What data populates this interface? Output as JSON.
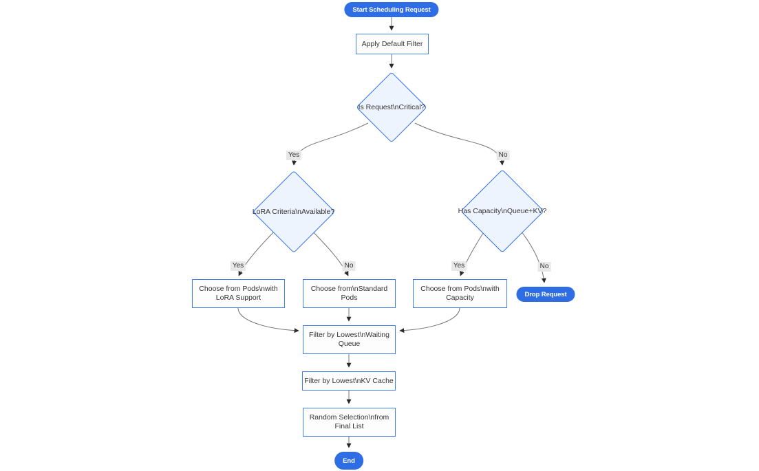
{
  "colors": {
    "terminal_fill": "#2e6de4",
    "terminal_text": "#ffffff",
    "node_fill": "#fdfdfe",
    "node_border": "#4080e8",
    "decision_fill": "#edf4fd",
    "decision_border": "#2f6feb",
    "edge_line": "#747474",
    "arrowhead": "#2b2b2b",
    "edge_label_bg": "#e8e8e8",
    "text": "#333333"
  },
  "diagram": {
    "type": "flowchart",
    "direction": "top-down",
    "nodes": {
      "start": {
        "label": "Start Scheduling Request",
        "shape": "stadium"
      },
      "apply_filter": {
        "label": "Apply Default Filter",
        "shape": "process"
      },
      "is_critical": {
        "label": "Is Request\\nCritical?",
        "shape": "decision"
      },
      "lora_criteria": {
        "label": "LoRA Criteria\\nAvailable?",
        "shape": "decision"
      },
      "has_capacity": {
        "label": "Has Capacity\\nQueue+KV?",
        "shape": "decision"
      },
      "choose_lora_pods": {
        "label": [
          "Choose from Pods\\nwith",
          "LoRA Support"
        ],
        "shape": "process"
      },
      "choose_standard_pods": {
        "label": [
          "Choose from\\nStandard",
          "Pods"
        ],
        "shape": "process"
      },
      "choose_capacity_pods": {
        "label": [
          "Choose from Pods\\nwith",
          "Capacity"
        ],
        "shape": "process"
      },
      "drop_request": {
        "label": "Drop Request",
        "shape": "stadium"
      },
      "filter_waiting_queue": {
        "label": [
          "Filter by Lowest\\nWaiting",
          "Queue"
        ],
        "shape": "process"
      },
      "filter_kv_cache": {
        "label": "Filter by Lowest\\nKV Cache",
        "shape": "process"
      },
      "random_selection": {
        "label": [
          "Random Selection\\nfrom",
          "Final List"
        ],
        "shape": "process"
      },
      "end": {
        "label": "End",
        "shape": "stadium"
      }
    },
    "edges": [
      {
        "from": "start",
        "to": "apply_filter",
        "label": ""
      },
      {
        "from": "apply_filter",
        "to": "is_critical",
        "label": ""
      },
      {
        "from": "is_critical",
        "to": "lora_criteria",
        "label": "Yes"
      },
      {
        "from": "is_critical",
        "to": "has_capacity",
        "label": "No"
      },
      {
        "from": "lora_criteria",
        "to": "choose_lora_pods",
        "label": "Yes"
      },
      {
        "from": "lora_criteria",
        "to": "choose_standard_pods",
        "label": "No"
      },
      {
        "from": "has_capacity",
        "to": "choose_capacity_pods",
        "label": "Yes"
      },
      {
        "from": "has_capacity",
        "to": "drop_request",
        "label": "No"
      },
      {
        "from": "choose_lora_pods",
        "to": "filter_waiting_queue",
        "label": ""
      },
      {
        "from": "choose_standard_pods",
        "to": "filter_waiting_queue",
        "label": ""
      },
      {
        "from": "choose_capacity_pods",
        "to": "filter_waiting_queue",
        "label": ""
      },
      {
        "from": "filter_waiting_queue",
        "to": "filter_kv_cache",
        "label": ""
      },
      {
        "from": "filter_kv_cache",
        "to": "random_selection",
        "label": ""
      },
      {
        "from": "random_selection",
        "to": "end",
        "label": ""
      }
    ]
  }
}
